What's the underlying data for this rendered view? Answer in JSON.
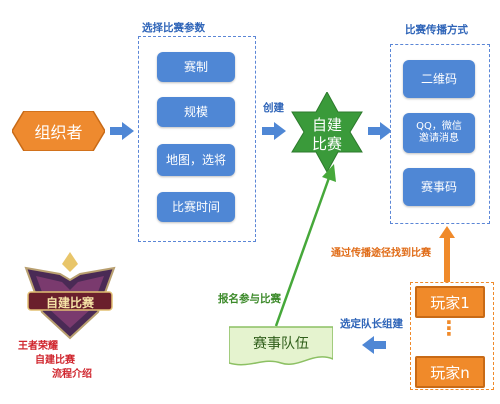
{
  "params": {
    "heading": "选择比赛参数",
    "items": [
      "赛制",
      "规模",
      "地图，选将",
      "比赛时间"
    ]
  },
  "organizer": {
    "label": "组织者"
  },
  "create_label": "创建",
  "center": {
    "line1": "自建",
    "line2": "比赛"
  },
  "spread": {
    "heading": "比赛传播方式",
    "items": [
      "二维码",
      "QQ，微信\n邀请消息",
      "赛事码"
    ]
  },
  "find_label": "通过传播途径找到比赛",
  "join_label": "报名参与比赛",
  "leader_label": "选定队长组建",
  "team_label": "赛事队伍",
  "players": {
    "first": "玩家1",
    "ellipsis": "⋮",
    "last": "玩家n"
  },
  "logo": {
    "text": "自建比赛"
  },
  "caption": [
    "王者荣耀",
    "自建比赛",
    "流程介绍"
  ],
  "colors": {
    "blue": "#4f87d5",
    "orange": "#f08a2a",
    "green": "#3aa53a",
    "red": "#d0262e"
  }
}
